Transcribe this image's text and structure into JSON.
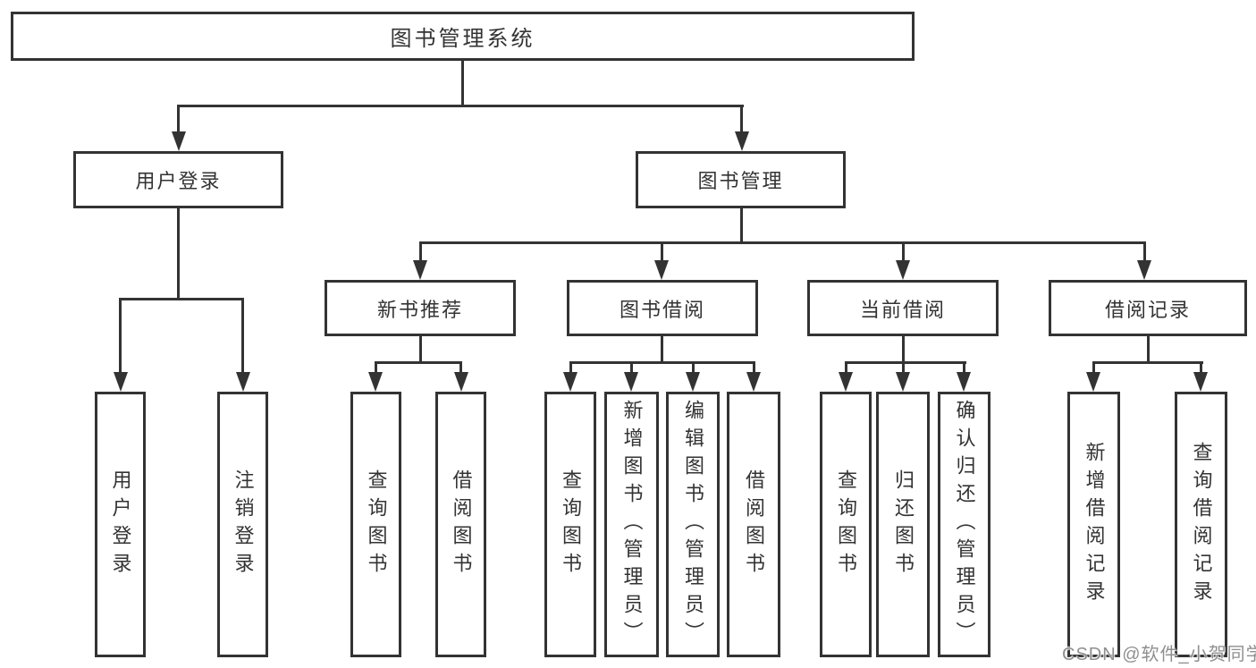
{
  "tree": {
    "label": "图书管理系统",
    "children": [
      {
        "label": "用户登录",
        "children": [
          {
            "label": "用户登录"
          },
          {
            "label": "注销登录"
          }
        ]
      },
      {
        "label": "图书管理",
        "children": [
          {
            "label": "新书推荐",
            "children": [
              {
                "label": "查询图书"
              },
              {
                "label": "借阅图书"
              }
            ]
          },
          {
            "label": "图书借阅",
            "children": [
              {
                "label": "查询图书"
              },
              {
                "label": "新增图书（管理员）"
              },
              {
                "label": "编辑图书（管理员）"
              },
              {
                "label": "借阅图书"
              }
            ]
          },
          {
            "label": "当前借阅",
            "children": [
              {
                "label": "查询图书"
              },
              {
                "label": "归还图书"
              },
              {
                "label": "确认归还（管理员）"
              }
            ]
          },
          {
            "label": "借阅记录",
            "children": [
              {
                "label": "新增借阅记录"
              },
              {
                "label": "查询借阅记录"
              }
            ]
          }
        ]
      }
    ]
  },
  "watermark": "CSDN @软件_小贺同学",
  "colors": {
    "line": "#333333",
    "text": "#333333",
    "background": "#ffffff",
    "watermark": "#8f8f8f"
  }
}
